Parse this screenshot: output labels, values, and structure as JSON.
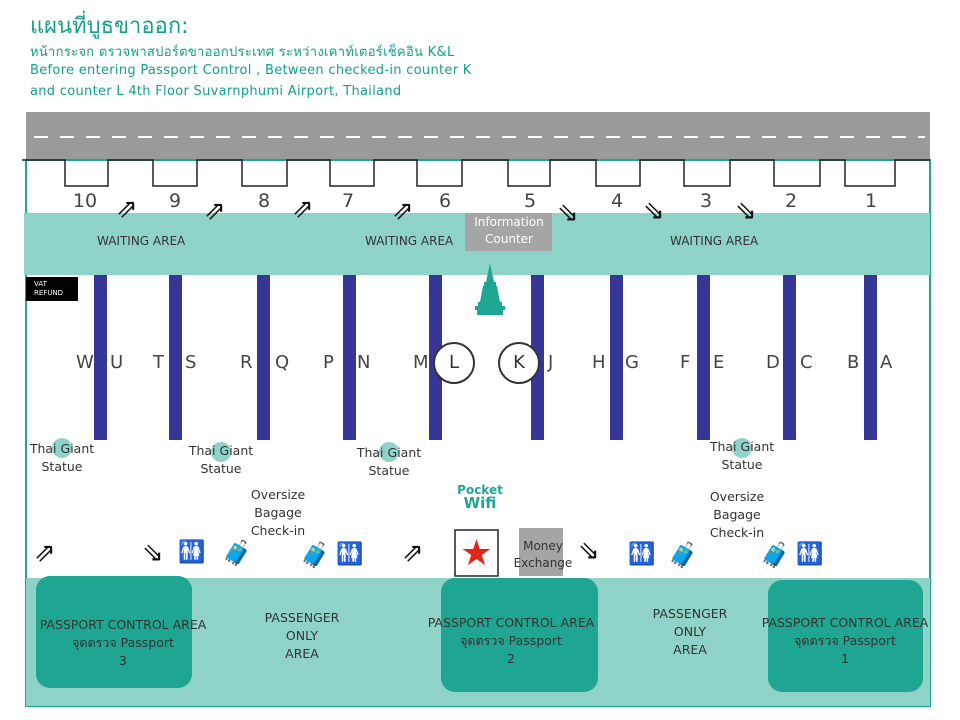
{
  "header": {
    "title": "แผนที่บูธขาออก:",
    "line1": "หน้ากระจก ตรวจพาสปอร์ตขาออกประเทศ ระหว่างเคาท์เตอร์เช็คอิน K&L",
    "line2": "Before entering Passport Control , Between checked-in counter K",
    "line3": "and counter L 4th Floor Suvarnphumi Airport, Thailand"
  },
  "gates": [
    "10",
    "9",
    "8",
    "7",
    "6",
    "5",
    "4",
    "3",
    "2",
    "1"
  ],
  "waiting_area": "WAITING AREA",
  "info_counter": {
    "line1": "Information",
    "line2": "Counter"
  },
  "vat_refund": {
    "line1": "VAT",
    "line2": "REFUND"
  },
  "rows": [
    "W",
    "U",
    "T",
    "S",
    "R",
    "Q",
    "P",
    "N",
    "M",
    "L",
    "K",
    "J",
    "H",
    "G",
    "F",
    "E",
    "D",
    "C",
    "B",
    "A"
  ],
  "statue": {
    "line1": "Thai Giant",
    "line2": "Statue"
  },
  "oversize": {
    "line1": "Oversize",
    "line2": "Bagage",
    "line3": "Check-in"
  },
  "pocket_wifi": {
    "line1": "Pocket",
    "line2": "Wifi"
  },
  "money_exchange": {
    "line1": "Money",
    "line2": "Exchange"
  },
  "passport_control": {
    "line1": "PASSPORT CONTROL AREA",
    "line2": "จุดตรวจ Passport",
    "numbers": [
      "3",
      "2",
      "1"
    ]
  },
  "passenger_only": {
    "line1": "PASSENGER",
    "line2": "ONLY",
    "line3": "AREA"
  },
  "colors": {
    "teal": "#14a08a",
    "panel": "#8fd3c8",
    "dark_teal": "#1fa693",
    "pillar": "#353696",
    "road": "#9a9a9a",
    "star": "#e1251b"
  }
}
